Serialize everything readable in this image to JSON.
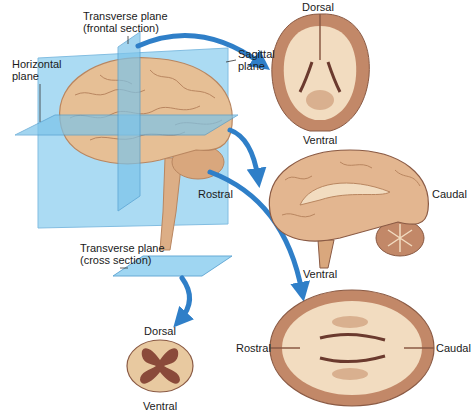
{
  "diagram": {
    "labels": [
      "Dorsal",
      "Transverse plane (frontal section)",
      "Horizontal plane",
      "Sagittal plane",
      "Ventral",
      "Rostral",
      "Caudal",
      "Transverse plane (cross section)",
      "Ventral",
      "Dorsal",
      "Rostral",
      "Caudal",
      "Ventral"
    ]
  }
}
